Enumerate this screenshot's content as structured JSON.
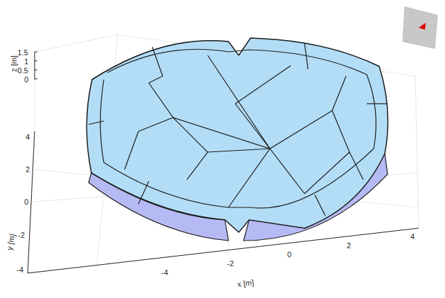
{
  "diagram": {
    "labels": [
      "z [m]",
      "1.5",
      "1",
      "0.5",
      "0",
      "4",
      "2",
      "0",
      "-2",
      "-4",
      "y [m]",
      "-4",
      "-2",
      "0",
      "2",
      "4",
      "x [m]"
    ]
  }
}
